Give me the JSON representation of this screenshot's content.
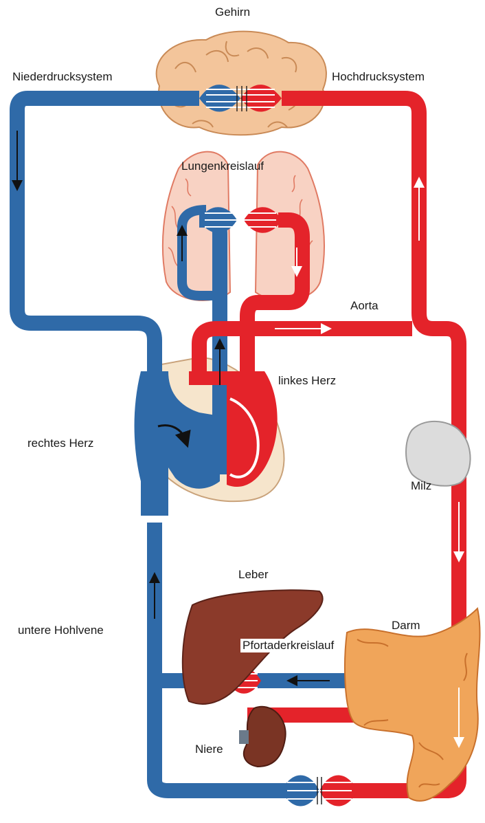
{
  "labels": {
    "brain": "Gehirn",
    "low_pressure": "Niederdrucksystem",
    "high_pressure": "Hochdrucksystem",
    "pulmonary": "Lungenkreislauf",
    "aorta": "Aorta",
    "left_heart": "linkes Herz",
    "right_heart": "rechtes Herz",
    "spleen": "Milz",
    "liver": "Leber",
    "intestine": "Darm",
    "vena_cava": "untere Hohlvene",
    "portal": "Pfortaderkreislauf",
    "kidney": "Niere"
  },
  "colors": {
    "venous": "#2f6aa8",
    "arterial": "#e4232a",
    "brain": "#f3c59b",
    "lung": "#f5c3b3",
    "liver": "#8b3a2a",
    "spleen": "#dcdcdc",
    "intestine": "#f0a55a",
    "kidney": "#7a3424",
    "heart_bg": "#f6e5cc"
  }
}
